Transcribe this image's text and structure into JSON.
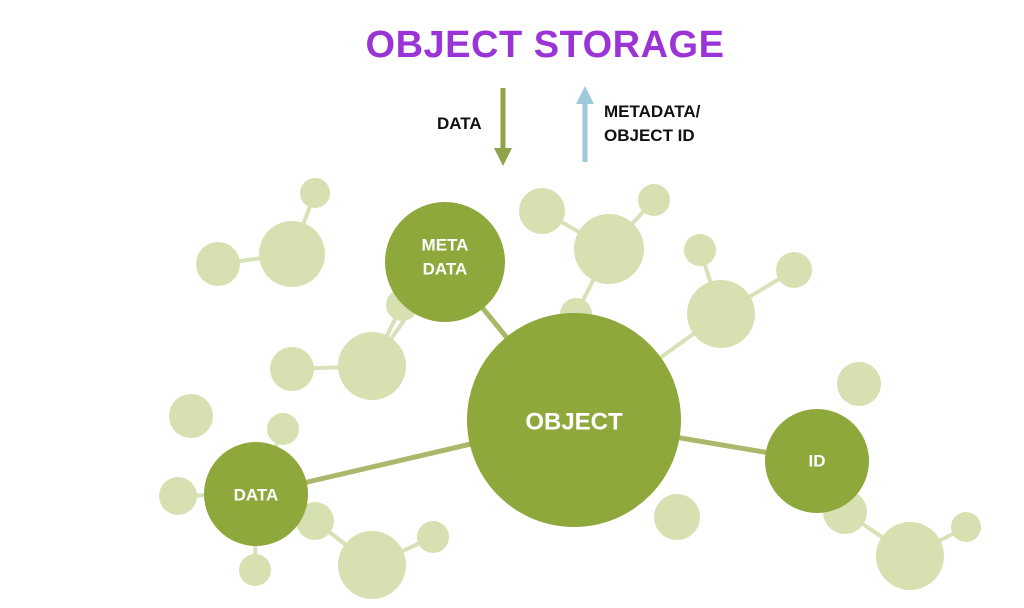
{
  "title": "OBJECT STORAGE",
  "arrows": {
    "down_label": "DATA",
    "up_label_line1": "METADATA/",
    "up_label_line2": "OBJECT ID",
    "down_color": "#8ea34a",
    "up_color": "#9fcadb"
  },
  "nodes": {
    "object": "OBJECT",
    "meta_line1": "META",
    "meta_line2": "DATA",
    "data": "DATA",
    "id": "ID"
  },
  "colors": {
    "title": "#9b34d6",
    "primary_node": "#8ea83c",
    "secondary_node": "#d6e0b0",
    "connector_dark": "#a9b86a",
    "connector_light": "#d8e2b8"
  }
}
